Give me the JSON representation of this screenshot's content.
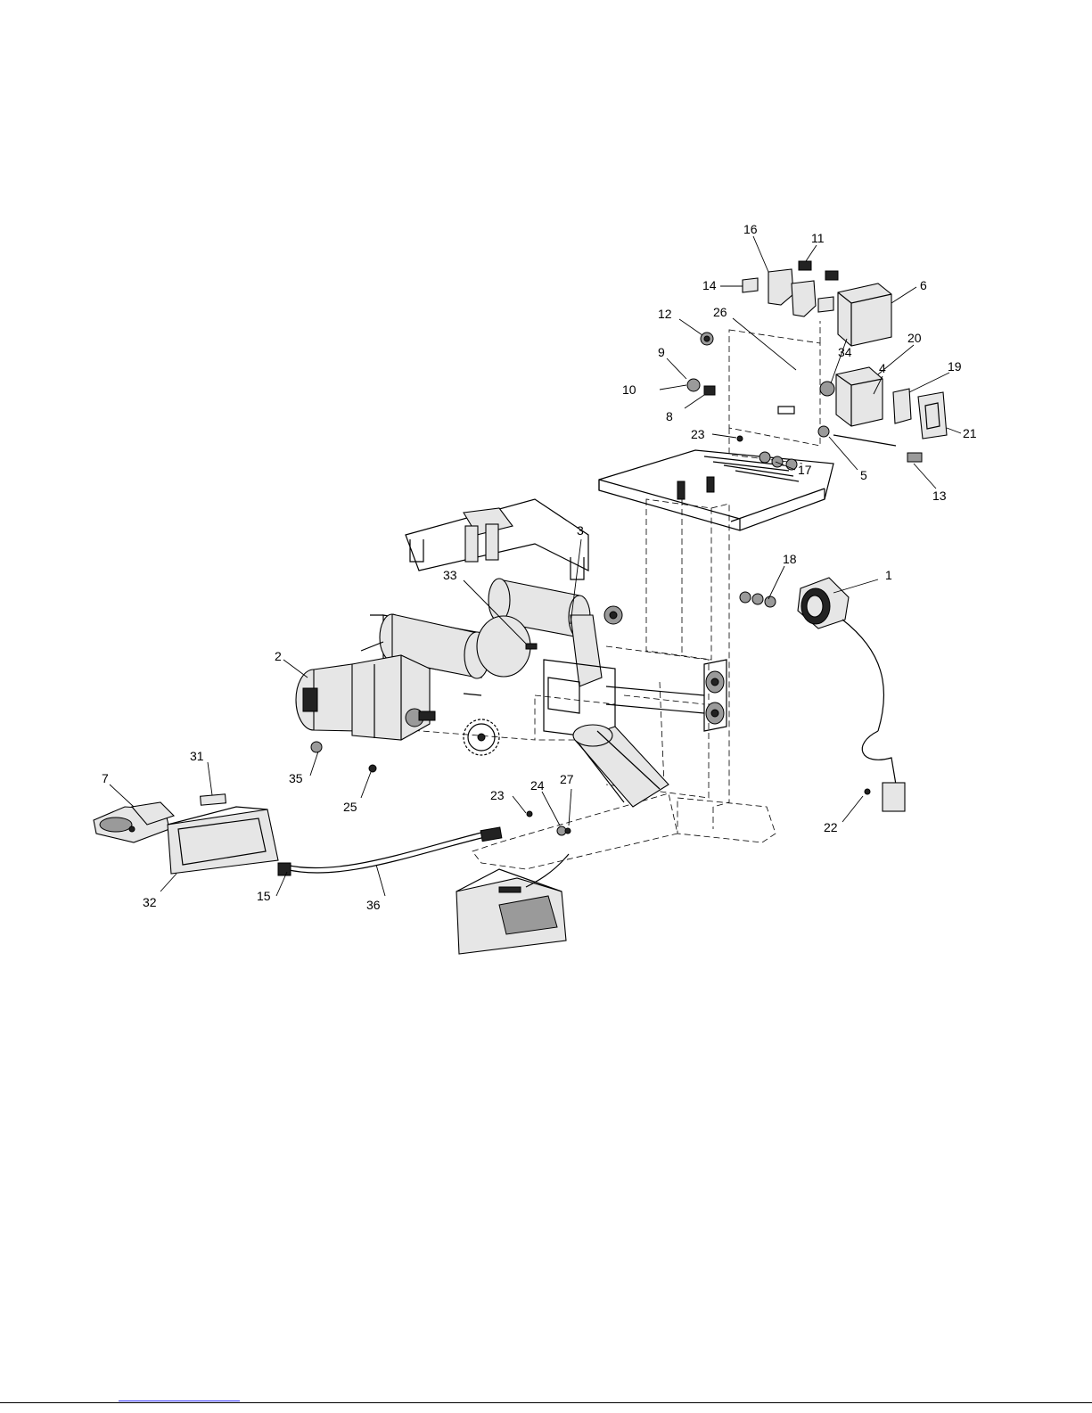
{
  "callouts": [
    {
      "label": "1"
    },
    {
      "label": "2"
    },
    {
      "label": "3"
    },
    {
      "label": "4"
    },
    {
      "label": "5"
    },
    {
      "label": "6"
    },
    {
      "label": "7"
    },
    {
      "label": "8"
    },
    {
      "label": "9"
    },
    {
      "label": "10"
    },
    {
      "label": "11"
    },
    {
      "label": "12"
    },
    {
      "label": "13"
    },
    {
      "label": "14"
    },
    {
      "label": "15"
    },
    {
      "label": "16"
    },
    {
      "label": "17"
    },
    {
      "label": "18"
    },
    {
      "label": "19"
    },
    {
      "label": "20"
    },
    {
      "label": "21"
    },
    {
      "label": "22"
    },
    {
      "label": "23"
    },
    {
      "label": "23"
    },
    {
      "label": "24"
    },
    {
      "label": "25"
    },
    {
      "label": "26"
    },
    {
      "label": "27"
    },
    {
      "label": "31"
    },
    {
      "label": "32"
    },
    {
      "label": "33"
    },
    {
      "label": "34"
    },
    {
      "label": "35"
    },
    {
      "label": "36"
    }
  ],
  "colors": {
    "line": "#000000",
    "fill_dark": "#222222",
    "fill_light": "#e6e6e6",
    "footer_link": "#2a2aff"
  }
}
